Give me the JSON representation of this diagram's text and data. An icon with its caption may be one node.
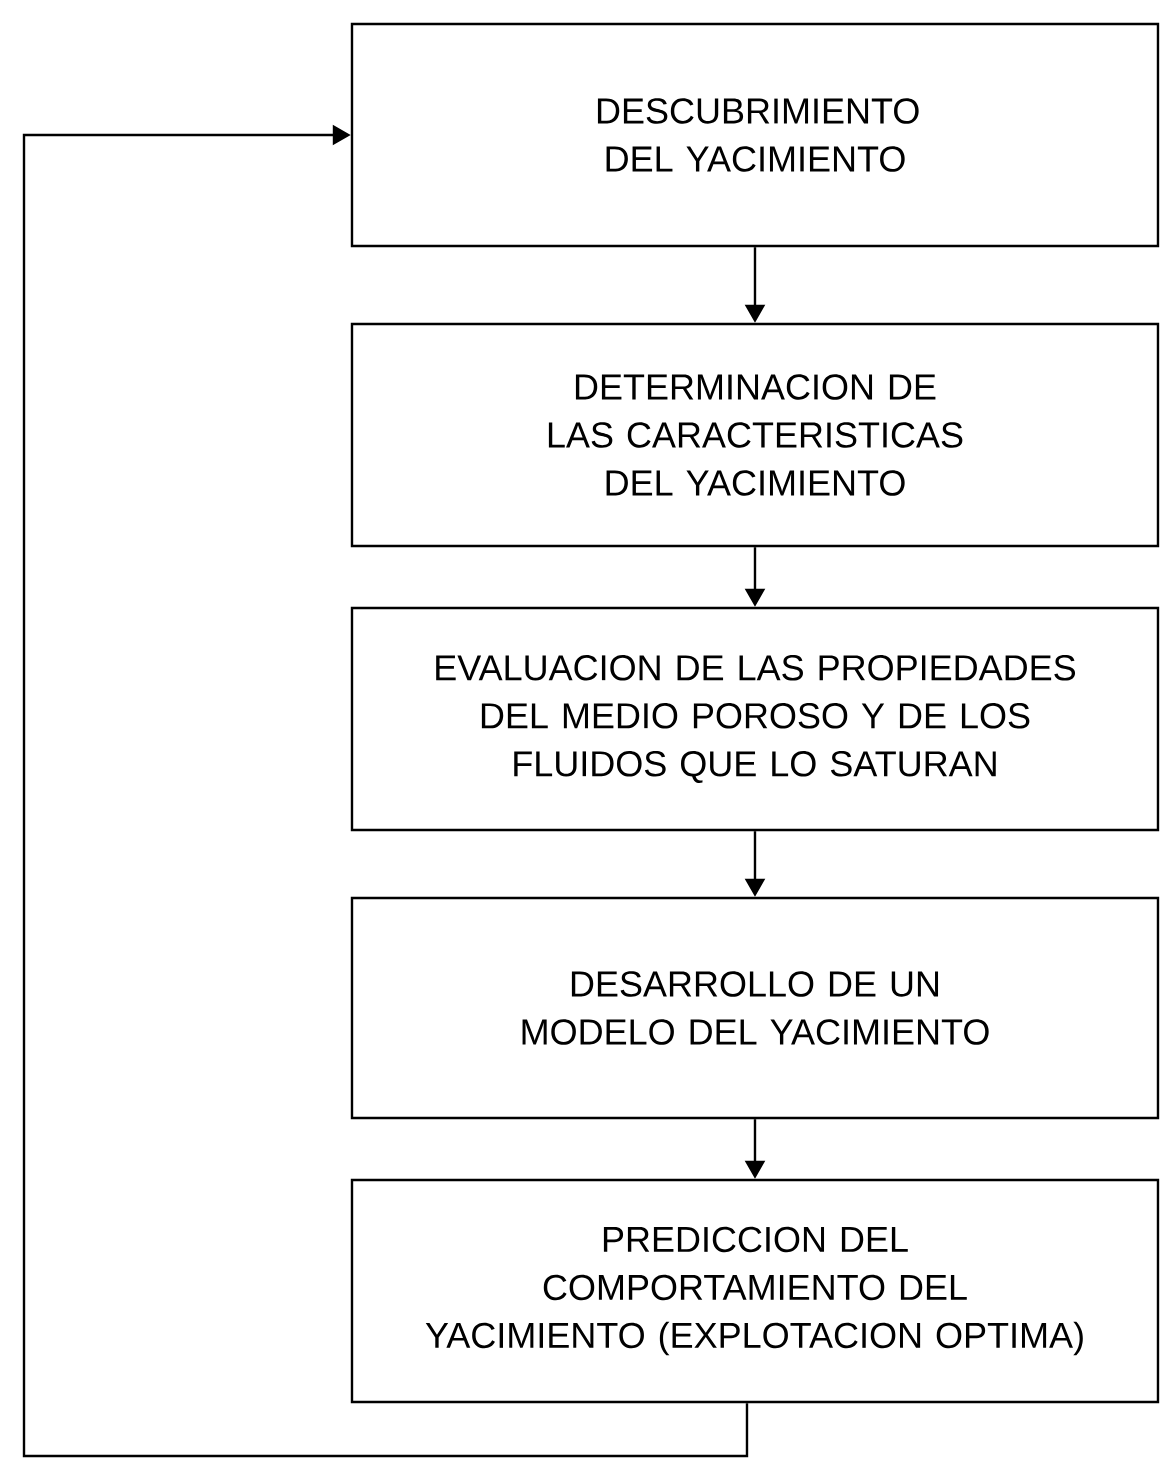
{
  "diagram": {
    "nodes": [
      {
        "text": [
          "DESCUBRIMIENTO DEL YACIMIENTO"
        ]
      },
      {
        "text": [
          "DETERMINACION DE LAS CARACTERISTICAS DEL YACIMIENTO"
        ]
      },
      {
        "text": [
          "EVALUACION DE LAS PROPIEDADES DEL MEDIO POROSO Y DE LOS FLUIDOS QUE LO SATURAN"
        ]
      },
      {
        "text": [
          "DESARROLLO DE UN MODELO DEL YACIMIENTO"
        ]
      },
      {
        "text": [
          "PREDICCION DEL COMPORTAMIENTO DEL YACIMIENTO (EXPLOTACION OPTIMA)"
        ]
      }
    ],
    "edges": [
      {
        "from": 0,
        "to": 1,
        "arrow": "to"
      },
      {
        "from": 1,
        "to": 2,
        "arrow": "to"
      },
      {
        "from": 2,
        "to": 3,
        "arrow": "to"
      },
      {
        "from": 3,
        "to": 4,
        "arrow": "to"
      },
      {
        "from": 4,
        "to": 0,
        "arrow": "to"
      }
    ]
  }
}
